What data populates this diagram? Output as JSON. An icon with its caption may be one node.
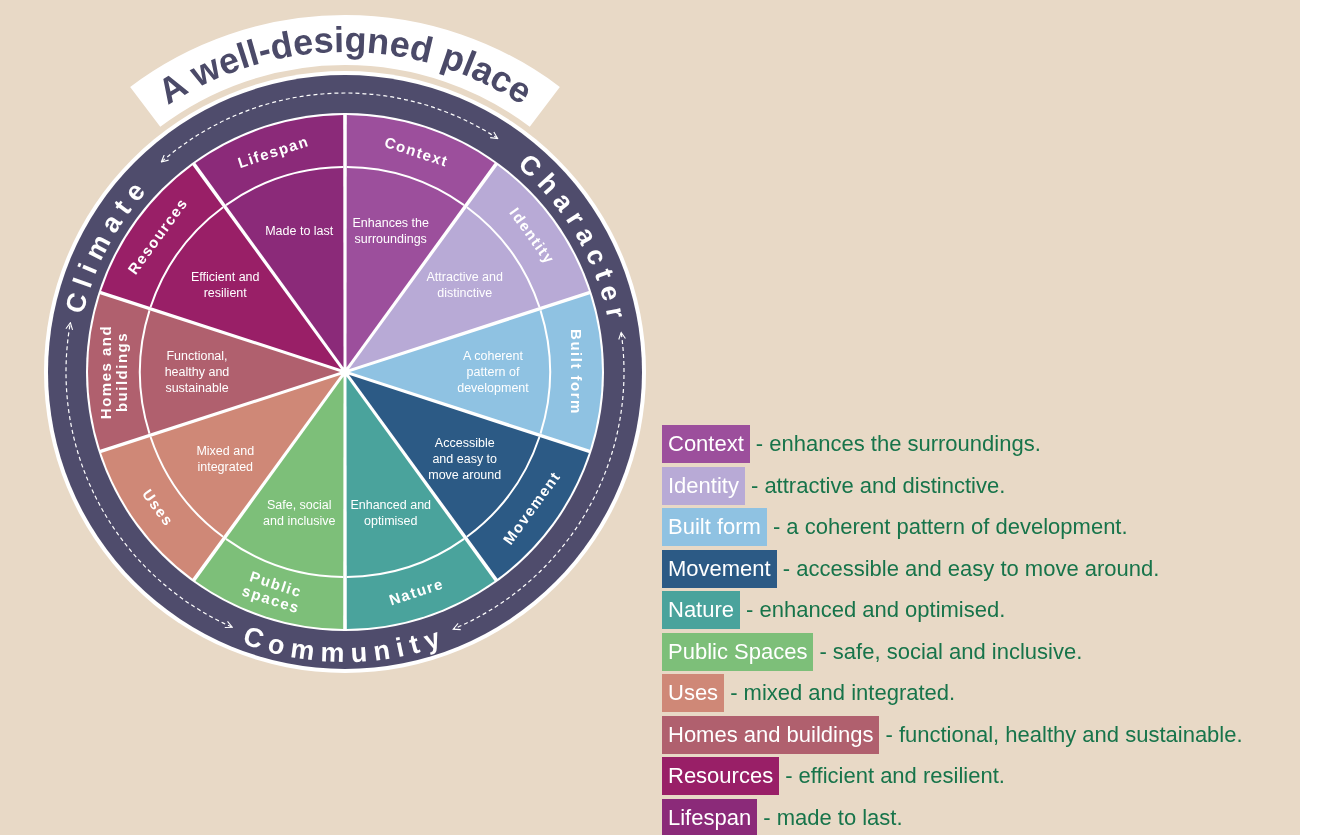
{
  "diagram": {
    "title": "A well-designed place",
    "nodes": [
      {
        "text": [
          "Climate"
        ]
      },
      {
        "text": [
          "Character"
        ]
      },
      {
        "text": [
          "Community"
        ]
      },
      {
        "text": [
          "Context",
          "Enhances the surroundings"
        ]
      },
      {
        "text": [
          "Identity",
          "Attractive and distinctive"
        ]
      },
      {
        "text": [
          "Built form",
          "A coherent pattern of development"
        ]
      },
      {
        "text": [
          "Movement",
          "Accessible and easy to move around"
        ]
      },
      {
        "text": [
          "Nature",
          "Enhanced and optimised"
        ]
      },
      {
        "text": [
          "Public spaces",
          "Safe, social and inclusive"
        ]
      },
      {
        "text": [
          "Uses",
          "Mixed and integrated"
        ]
      },
      {
        "text": [
          "Homes and buildings",
          "Functional, healthy and sustainable"
        ]
      },
      {
        "text": [
          "Resources",
          "Efficient and resilient"
        ]
      },
      {
        "text": [
          "Lifespan",
          "Made to last"
        ]
      }
    ],
    "edges": [
      {
        "from": 0,
        "to": 1,
        "arrow": "both",
        "style": "dashed"
      },
      {
        "from": 1,
        "to": 2,
        "arrow": "both",
        "style": "dashed"
      },
      {
        "from": 2,
        "to": 0,
        "arrow": "both",
        "style": "dashed"
      }
    ],
    "legend": [
      {
        "text": "Context - enhances the surroundings.",
        "color": "#9c4f9c"
      },
      {
        "text": "Identity - attractive and distinctive.",
        "color": "#b8aad6"
      },
      {
        "text": "Built form - a coherent pattern of development.",
        "color": "#8fc2e2"
      },
      {
        "text": "Movement - accessible and easy to move around.",
        "color": "#2c5a85"
      },
      {
        "text": "Nature - enhanced and optimised.",
        "color": "#4aa39c"
      },
      {
        "text": "Public Spaces - safe, social and inclusive.",
        "color": "#7dbf79"
      },
      {
        "text": "Uses - mixed and integrated.",
        "color": "#cf8877"
      },
      {
        "text": "Homes and buildings - functional, healthy and sustainable.",
        "color": "#b0606e"
      },
      {
        "text": "Resources - efficient and resilient.",
        "color": "#991f67"
      },
      {
        "text": "Lifespan - made to last.",
        "color": "#8b2a79"
      }
    ]
  }
}
